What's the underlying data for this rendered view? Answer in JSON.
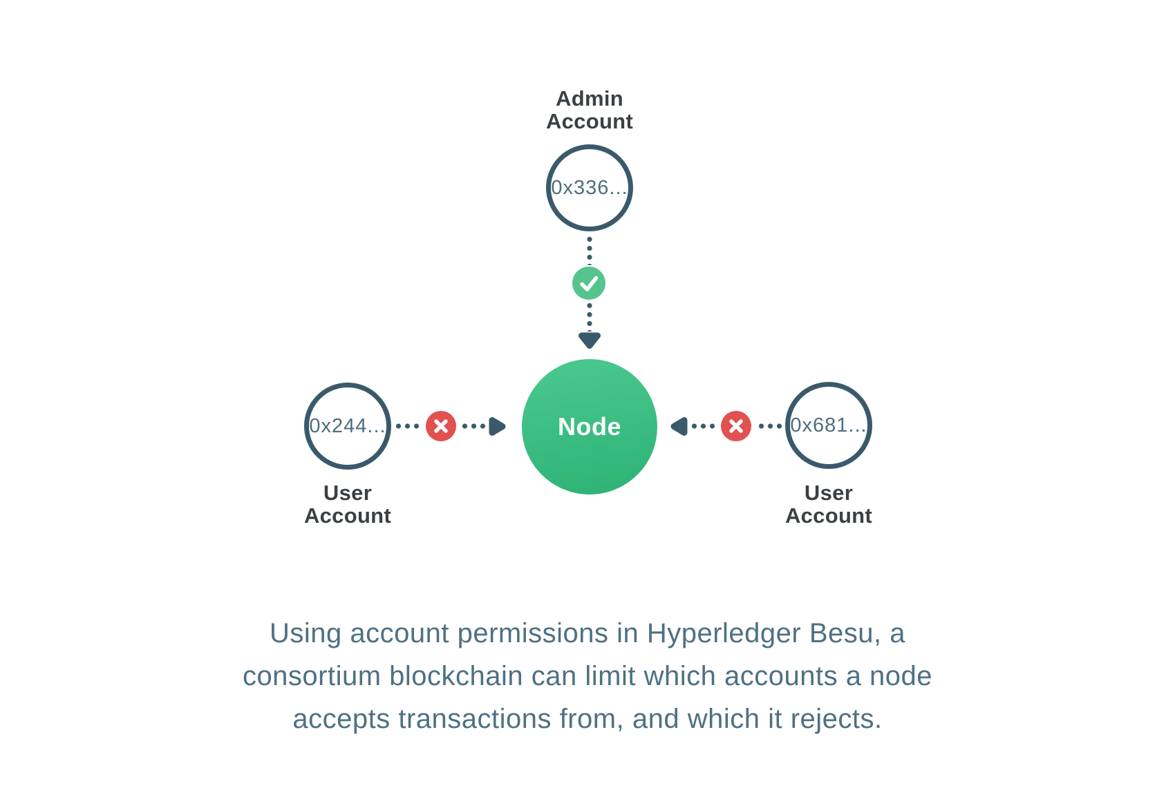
{
  "diagram": {
    "admin_account": {
      "label": "Admin\nAccount",
      "address": "0x336...",
      "status_icon": "check-accepted"
    },
    "node": {
      "label": "Node"
    },
    "left_user_account": {
      "label": "User\nAccount",
      "address": "0x244...",
      "status_icon": "x-rejected"
    },
    "right_user_account": {
      "label": "User\nAccount",
      "address": "0x681...",
      "status_icon": "x-rejected"
    }
  },
  "caption": {
    "lines": [
      "Using account permissions in Hyperledger Besu, a",
      "consortium blockchain can limit which accounts a node",
      "accepts transactions from, and which it rejects."
    ]
  },
  "colors": {
    "slate": "#3a5a6c",
    "label-dark": "#3b4045",
    "addr": "#4d6d7f",
    "caption": "#4e7083",
    "green-check": "#55c58d",
    "red": "#e05150",
    "node-top": "#4bc98f",
    "node-bottom": "#2db274",
    "bg": "#ffffff"
  }
}
